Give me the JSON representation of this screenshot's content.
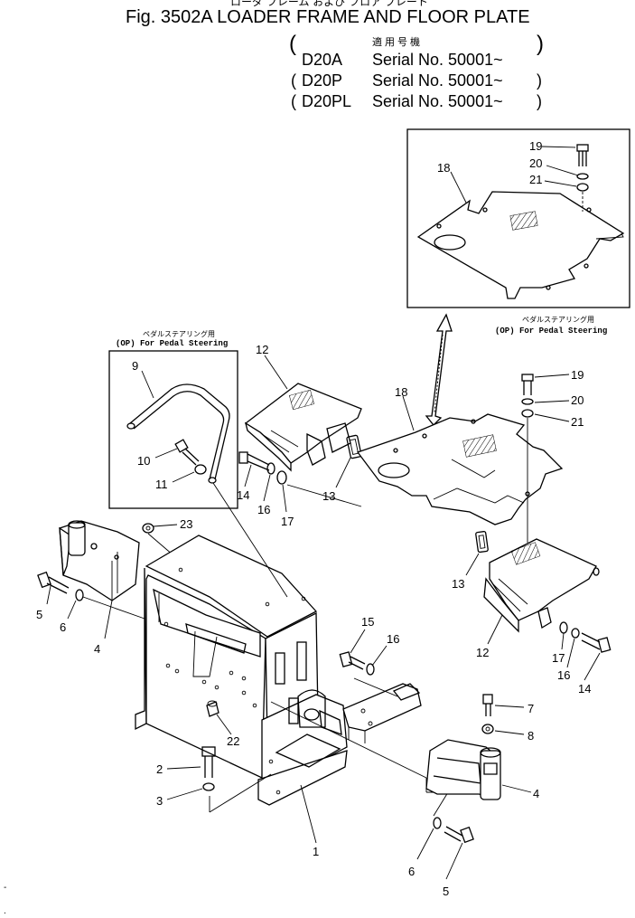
{
  "header": {
    "title_jp": "ローダ フレーム および フロア プレート",
    "title": "Fig. 3502A LOADER FRAME AND FLOOR PLATE",
    "applicable_jp": "適用号機",
    "serials": [
      {
        "model": "D20A",
        "serial": "Serial No. 50001~"
      },
      {
        "model": "D20P",
        "serial": "Serial No. 50001~"
      },
      {
        "model": "D20PL",
        "serial": "Serial No. 50001~"
      }
    ]
  },
  "option_labels": {
    "left_jp": "ペダルステアリング用",
    "left_op": "(OP)  For Pedal Steering",
    "right_jp": "ペダルステアリング用",
    "right_op": "(OP)  For Pedal Steering"
  },
  "callouts": {
    "c1": "1",
    "c2": "2",
    "c3": "3",
    "c4a": "4",
    "c4b": "4",
    "c5a": "5",
    "c5b": "5",
    "c6a": "6",
    "c6b": "6",
    "c7": "7",
    "c8": "8",
    "c9": "9",
    "c10": "10",
    "c11": "11",
    "c12a": "12",
    "c12b": "12",
    "c13a": "13",
    "c13b": "13",
    "c14a": "14",
    "c14b": "14",
    "c15": "15",
    "c16a": "16",
    "c16b": "16",
    "c16c": "16",
    "c17a": "17",
    "c17b": "17",
    "c18a": "18",
    "c18b": "18",
    "c19a": "19",
    "c19b": "19",
    "c20a": "20",
    "c20b": "20",
    "c21a": "21",
    "c21b": "21",
    "c22": "22",
    "c23": "23"
  }
}
